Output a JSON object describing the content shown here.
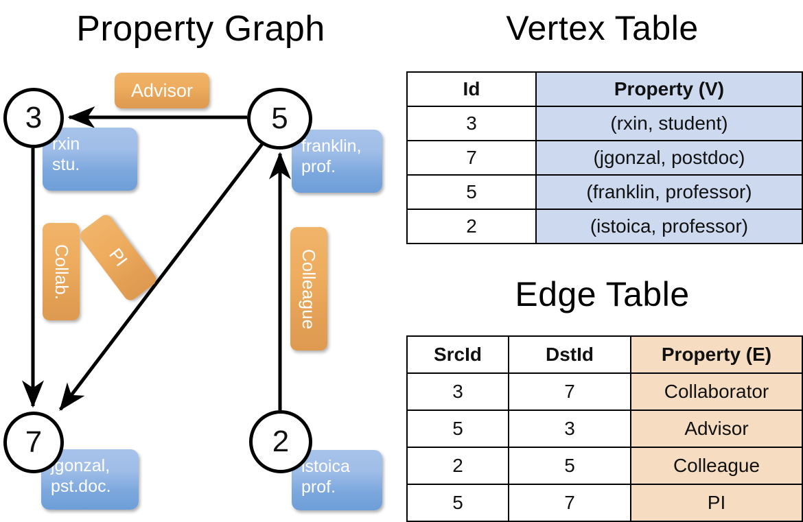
{
  "titles": {
    "property_graph": "Property Graph",
    "vertex_table": "Vertex Table",
    "edge_table": "Edge Table"
  },
  "graph": {
    "nodes": [
      {
        "id": "3",
        "label": "3",
        "property_lines": [
          "rxin",
          "stu."
        ]
      },
      {
        "id": "5",
        "label": "5",
        "property_lines": [
          "franklin,",
          "prof."
        ]
      },
      {
        "id": "7",
        "label": "7",
        "property_lines": [
          "jgonzal,",
          "pst.doc."
        ]
      },
      {
        "id": "2",
        "label": "2",
        "property_lines": [
          "istoica",
          "prof."
        ]
      }
    ],
    "edges": [
      {
        "src": "5",
        "dst": "3",
        "label": "Advisor"
      },
      {
        "src": "3",
        "dst": "7",
        "label": "Collab."
      },
      {
        "src": "5",
        "dst": "7",
        "label": "PI"
      },
      {
        "src": "2",
        "dst": "5",
        "label": "Colleague"
      }
    ],
    "colors": {
      "vertex_callout": "#8fb4e3",
      "edge_callout": "#eaa85c",
      "node_stroke": "#000000"
    }
  },
  "vertex_table": {
    "headers": [
      "Id",
      "Property (V)"
    ],
    "rows": [
      {
        "id": "3",
        "property": "(rxin, student)"
      },
      {
        "id": "7",
        "property": "(jgonzal, postdoc)"
      },
      {
        "id": "5",
        "property": "(franklin, professor)"
      },
      {
        "id": "2",
        "property": "(istoica, professor)"
      }
    ],
    "property_fill": "#ccd9ef"
  },
  "edge_table": {
    "headers": [
      "SrcId",
      "DstId",
      "Property (E)"
    ],
    "rows": [
      {
        "src": "3",
        "dst": "7",
        "property": "Collaborator"
      },
      {
        "src": "5",
        "dst": "3",
        "property": "Advisor"
      },
      {
        "src": "2",
        "dst": "5",
        "property": "Colleague"
      },
      {
        "src": "5",
        "dst": "7",
        "property": "PI"
      }
    ],
    "property_fill": "#f6ddc1"
  }
}
